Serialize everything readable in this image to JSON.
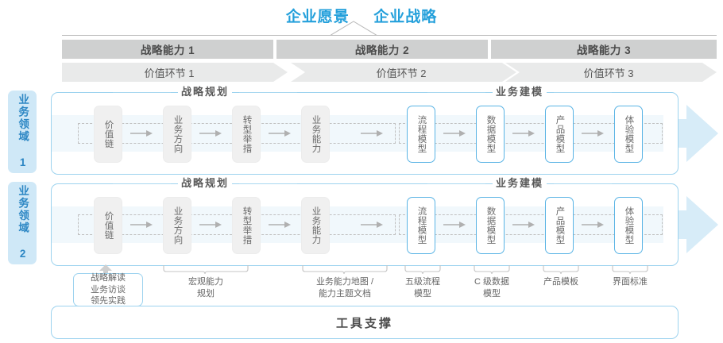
{
  "header": {
    "vision": "企业愿景",
    "strategy": "企业战略"
  },
  "colors": {
    "accent_blue": "#24a0db",
    "tab_blue": "#2d87c4",
    "tab_bg": "#cfe8f7",
    "border_blue": "#9dd3ef",
    "node_blue": "#5ab4e5",
    "band": "#f1f8fc",
    "cap_bar": "#cfd0d0",
    "vc_bar": "#e9eaea",
    "big_arrow": "#d7ecf8",
    "text_gray": "#595959"
  },
  "capabilities": [
    {
      "label": "战略能力 1"
    },
    {
      "label": "战略能力 2"
    },
    {
      "label": "战略能力 3"
    }
  ],
  "value_chain": [
    {
      "label": "价值环节 1"
    },
    {
      "label": "价值环节 2"
    },
    {
      "label": "价值环节 3"
    }
  ],
  "domains": [
    {
      "label": "业务领域 1"
    },
    {
      "label": "业务领域 2"
    }
  ],
  "sections": {
    "planning": "战略规划",
    "modeling": "业务建模"
  },
  "nodes": {
    "planning": [
      {
        "label": "价值链"
      },
      {
        "label": "业务方向"
      },
      {
        "label": "转型举措"
      },
      {
        "label": "业务能力"
      }
    ],
    "modeling": [
      {
        "label": "流程模型"
      },
      {
        "label": "数据模型"
      },
      {
        "label": "产品模型"
      },
      {
        "label": "体验模型"
      }
    ]
  },
  "tool_labels": [
    {
      "label": "战略解读\n业务访谈\n领先实践",
      "boxed": true
    },
    {
      "label": "宏观能力\n规划",
      "boxed": false
    },
    {
      "label": "业务能力地图 /\n能力主题文档",
      "boxed": false
    },
    {
      "label": "五级流程\n模型",
      "boxed": false
    },
    {
      "label": "C 级数据\n模型",
      "boxed": false
    },
    {
      "label": "产品模板",
      "boxed": false
    },
    {
      "label": "界面标准",
      "boxed": false
    }
  ],
  "footer": {
    "tool_support": "工具支撑"
  }
}
